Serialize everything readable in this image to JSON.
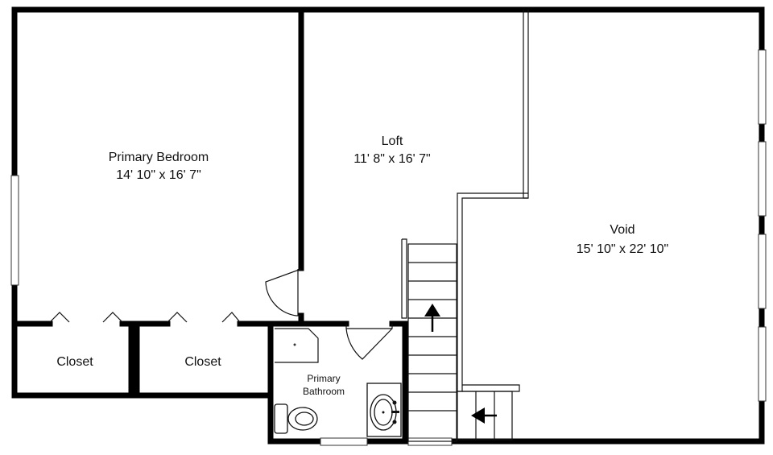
{
  "rooms": {
    "primary_bedroom": {
      "name": "Primary Bedroom",
      "dims": "14' 10\" x 16' 7\""
    },
    "loft": {
      "name": "Loft",
      "dims": "11' 8\" x 16' 7\""
    },
    "void": {
      "name": "Void",
      "dims": "15' 10\" x 22' 10\""
    },
    "closet_left": {
      "name": "Closet"
    },
    "closet_right": {
      "name": "Closet"
    },
    "primary_bathroom": {
      "name_line1": "Primary",
      "name_line2": "Bathroom"
    }
  },
  "icons": {
    "stair_arrow_up": "arrow-up-icon",
    "stair_arrow_left": "arrow-left-icon"
  }
}
